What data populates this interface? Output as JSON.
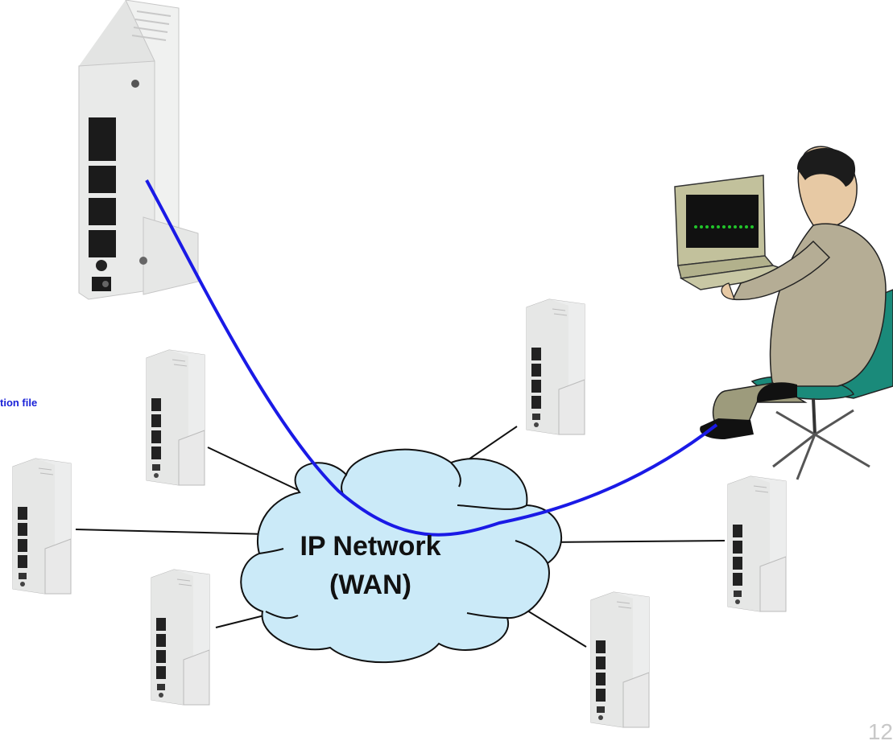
{
  "diagram": {
    "cloud": {
      "line1": "IP Network",
      "line2": "(WAN)"
    },
    "cut_label": "tion file",
    "page_number": "12",
    "devices": [
      "main-router",
      "router-1",
      "router-2",
      "router-3",
      "router-4",
      "router-5",
      "router-6"
    ]
  },
  "colors": {
    "cloud_fill": "#cbeaf8",
    "link_line": "#1a1ae6",
    "label": "#1a22d8",
    "router_body": "#e8e9e8",
    "operator_suit": "#b5ad95",
    "chair": "#1a8a7a"
  }
}
